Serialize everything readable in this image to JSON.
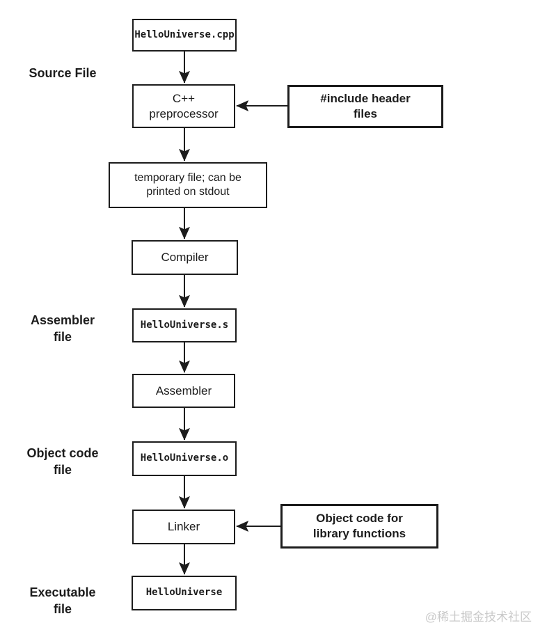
{
  "diagram": {
    "nodes": {
      "source_file": "HelloUniverse.cpp",
      "preprocessor": "C++\npreprocessor",
      "include_headers": "#include header\nfiles",
      "temp_file": "temporary file; can be\nprinted on stdout",
      "compiler": "Compiler",
      "assembler_file": "HelloUniverse.s",
      "assembler": "Assembler",
      "object_file": "HelloUniverse.o",
      "linker": "Linker",
      "object_lib": "Object code for\nlibrary functions",
      "executable": "HelloUniverse"
    },
    "stage_labels": {
      "source": "Source File",
      "assembler": "Assembler\nfile",
      "object": "Object code\nfile",
      "executable": "Executable\nfile"
    },
    "colors": {
      "line": "#1c1c1c",
      "box_background": "#ffffff",
      "watermark_text": "#c9c9c9"
    }
  },
  "watermark": "@稀土掘金技术社区"
}
